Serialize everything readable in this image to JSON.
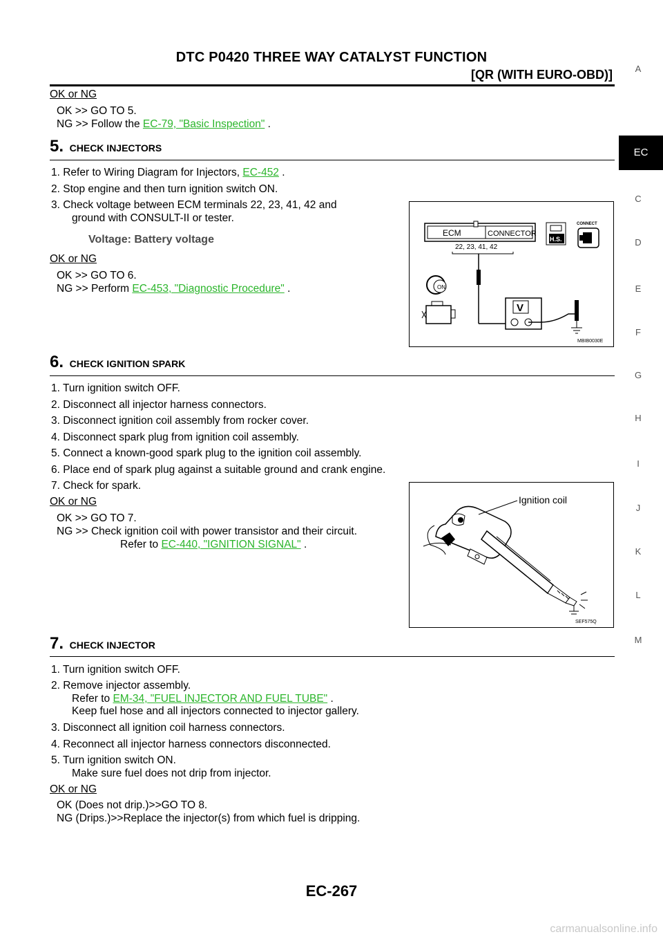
{
  "header": {
    "title": "DTC P0420 THREE WAY CATALYST FUNCTION",
    "subtitle": "[QR (WITH EURO-OBD)]"
  },
  "side_tabs": [
    "A",
    "EC",
    "C",
    "D",
    "E",
    "F",
    "G",
    "H",
    "I",
    "J",
    "K",
    "L",
    "M"
  ],
  "active_tab": "EC",
  "top": {
    "okng": "OK or NG",
    "ok": "OK     >> GO TO 5.",
    "ng_prefix": "NG     >> Follow the ",
    "ng_link": "EC-79, \"Basic Inspection\"",
    "ng_suffix": " ."
  },
  "step5": {
    "num": "5.",
    "title": "CHECK INJECTORS",
    "l1_prefix": "1.  Refer to Wiring Diagram for Injectors, ",
    "l1_link": "EC-452",
    "l1_suffix": " .",
    "l2": "2.  Stop engine and then turn ignition switch ON.",
    "l3a": "3.  Check voltage between ECM terminals 22, 23, 41, 42 and",
    "l3b": "ground with CONSULT-II or tester.",
    "voltage": "Voltage: Battery voltage",
    "okng": "OK or NG",
    "ok": "OK     >> GO TO 6.",
    "ng_prefix": "NG     >> Perform ",
    "ng_link": "EC-453, \"Diagnostic Procedure\"",
    "ng_suffix": " .",
    "figure": {
      "ecm": "ECM",
      "connector": "CONNECTOR",
      "terminals": "22, 23, 41, 42",
      "connect": "CONNECT",
      "hs": "H.S.",
      "on": "ON",
      "v": "V",
      "id": "MBIB0030E"
    }
  },
  "step6": {
    "num": "6.",
    "title": "CHECK IGNITION SPARK",
    "lines": [
      "1.  Turn ignition switch OFF.",
      "2.  Disconnect all injector harness connectors.",
      "3.  Disconnect ignition coil assembly from rocker cover.",
      "4.  Disconnect spark plug from ignition coil assembly.",
      "5.  Connect a known-good spark plug to the ignition coil assembly.",
      "6.  Place end of spark plug against a suitable ground and crank engine.",
      "7.  Check for spark."
    ],
    "okng": "OK or NG",
    "ok": "OK     >> GO TO 7.",
    "ng1": "NG     >> Check ignition coil with power transistor and their circuit.",
    "ng2_prefix": "Refer to ",
    "ng2_link": "EC-440, \"IGNITION SIGNAL\"",
    "ng2_suffix": " .",
    "figure": {
      "label": "Ignition coil",
      "id": "SEF575Q"
    }
  },
  "step7": {
    "num": "7.",
    "title": "CHECK INJECTOR",
    "l1": "1.  Turn ignition switch OFF.",
    "l2a": "2.  Remove injector assembly.",
    "l2b_prefix": "Refer to ",
    "l2b_link": "EM-34, \"FUEL INJECTOR AND FUEL TUBE\"",
    "l2b_suffix": " .",
    "l2c": "Keep fuel hose and all injectors connected to injector gallery.",
    "l3": "3.  Disconnect all ignition coil harness connectors.",
    "l4": "4.  Reconnect all injector harness connectors disconnected.",
    "l5a": "5.  Turn ignition switch ON.",
    "l5b": "Make sure fuel does not drip from injector.",
    "okng": "OK or NG",
    "ok": "OK (Does not drip.)>>GO TO 8.",
    "ng": "NG (Drips.)>>Replace the injector(s) from which fuel is dripping."
  },
  "footer": {
    "page": "EC-267",
    "watermark": "carmanualsonline.info"
  }
}
